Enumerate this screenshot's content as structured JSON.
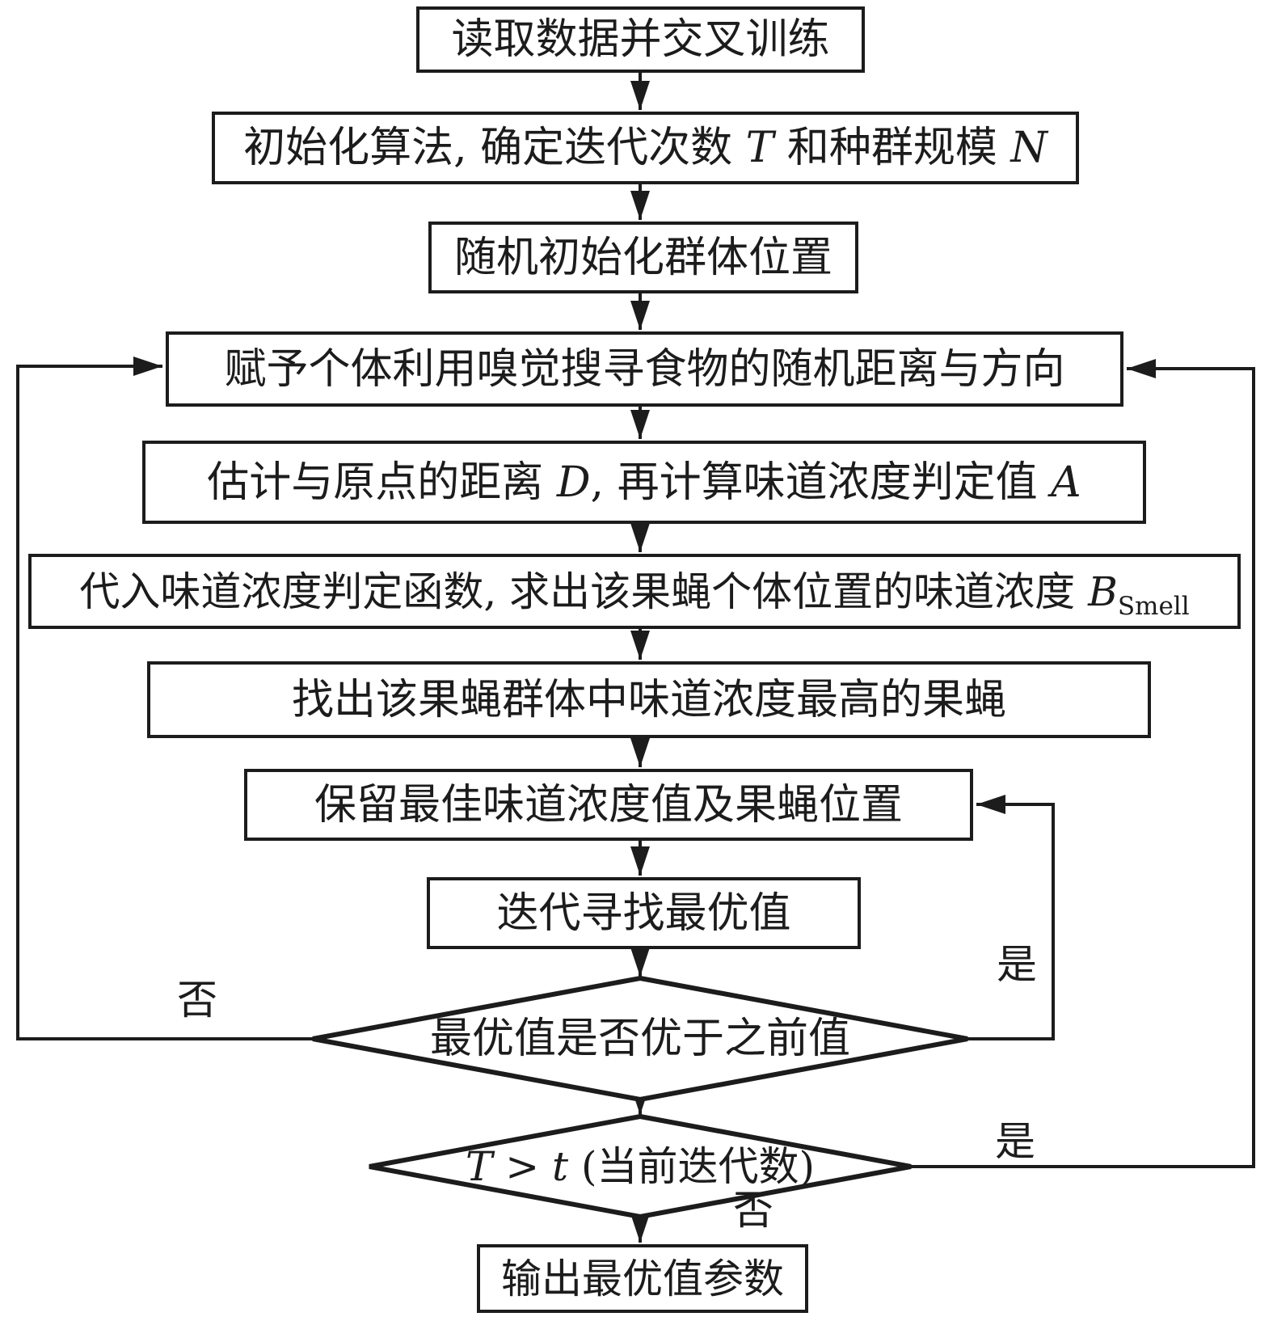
{
  "diagram": {
    "title_implied": "",
    "background": "#ffffff",
    "line_color": "#1c1c1c",
    "nodes": {
      "read_data": {
        "label": "读取数据并交叉训练"
      },
      "init_algorithm": {
        "t1": "初始化算法, 确定迭代次数 ",
        "var_T": "T",
        "t2": " 和种群规模 ",
        "var_N": "N"
      },
      "random_init": {
        "label": "随机初始化群体位置"
      },
      "assign_random": {
        "label": "赋予个体利用嗅觉搜寻食物的随机距离与方向"
      },
      "estimate_distance": {
        "t1": "估计与原点的距离 ",
        "var_D": "D",
        "t2": ", 再计算味道浓度判定值 ",
        "var_A": "A"
      },
      "smell_value": {
        "t1": "代入味道浓度判定函数, 求出该果蝇个体位置的味道浓度 ",
        "var_B": "B",
        "sub": "Smell"
      },
      "find_best_fly": {
        "label": "找出该果蝇群体中味道浓度最高的果蝇"
      },
      "keep_best": {
        "label": "保留最佳味道浓度值及果蝇位置"
      },
      "iterate_search": {
        "label": "迭代寻找最优值"
      },
      "decision_better": {
        "label": "最优值是否优于之前值"
      },
      "decision_iter": {
        "var_T": "T",
        "op": " > ",
        "var_t": "t",
        "rest": " (当前迭代数)"
      },
      "output_params": {
        "label": "输出最优值参数"
      }
    },
    "edge_labels": {
      "better_no": "否",
      "better_yes": "是",
      "iter_yes": "是",
      "iter_no": "否"
    }
  }
}
